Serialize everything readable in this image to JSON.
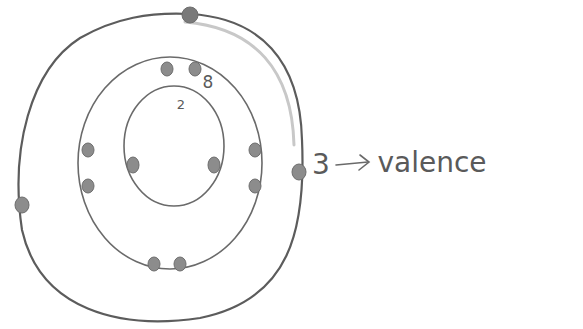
{
  "diagram": {
    "labels": [
      "2",
      "8",
      "3",
      "valence"
    ]
  }
}
